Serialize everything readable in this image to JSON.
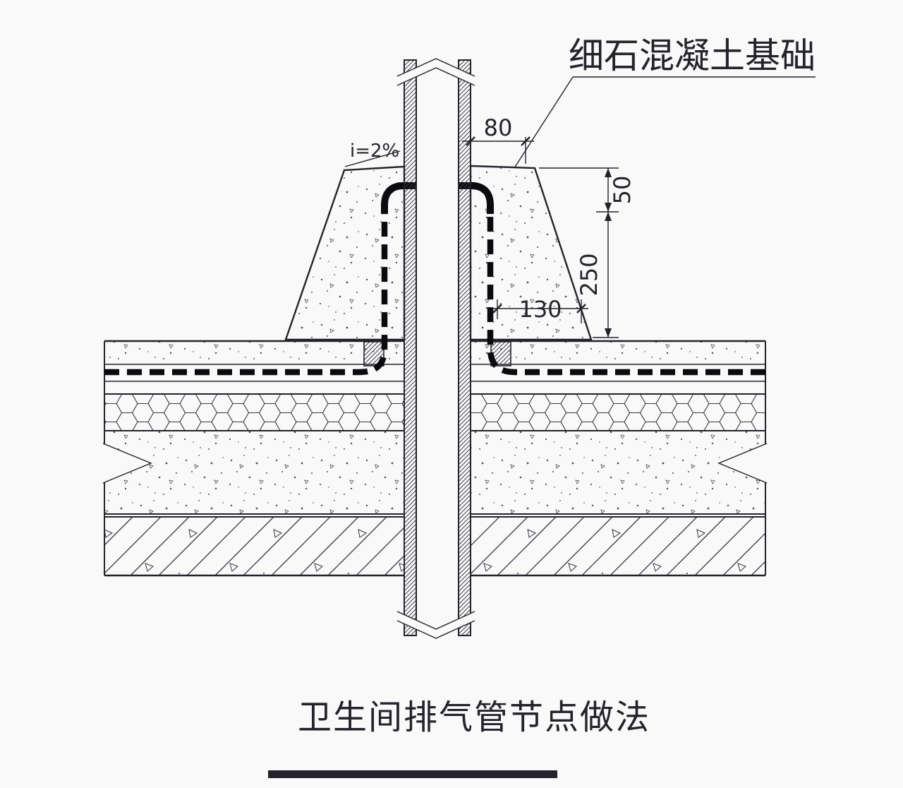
{
  "drawing": {
    "title": "卫生间排气管节点做法",
    "annotations": {
      "leader_label": "细石混凝土基础",
      "slope_label": "i=2%"
    },
    "dimensions": {
      "top_width": "80",
      "upstand_height": "50",
      "base_height": "250",
      "bottom_width": "130"
    },
    "colors": {
      "line": "#23232b",
      "membrane": "#0a0a0f",
      "background": "#f9f9f9"
    }
  }
}
